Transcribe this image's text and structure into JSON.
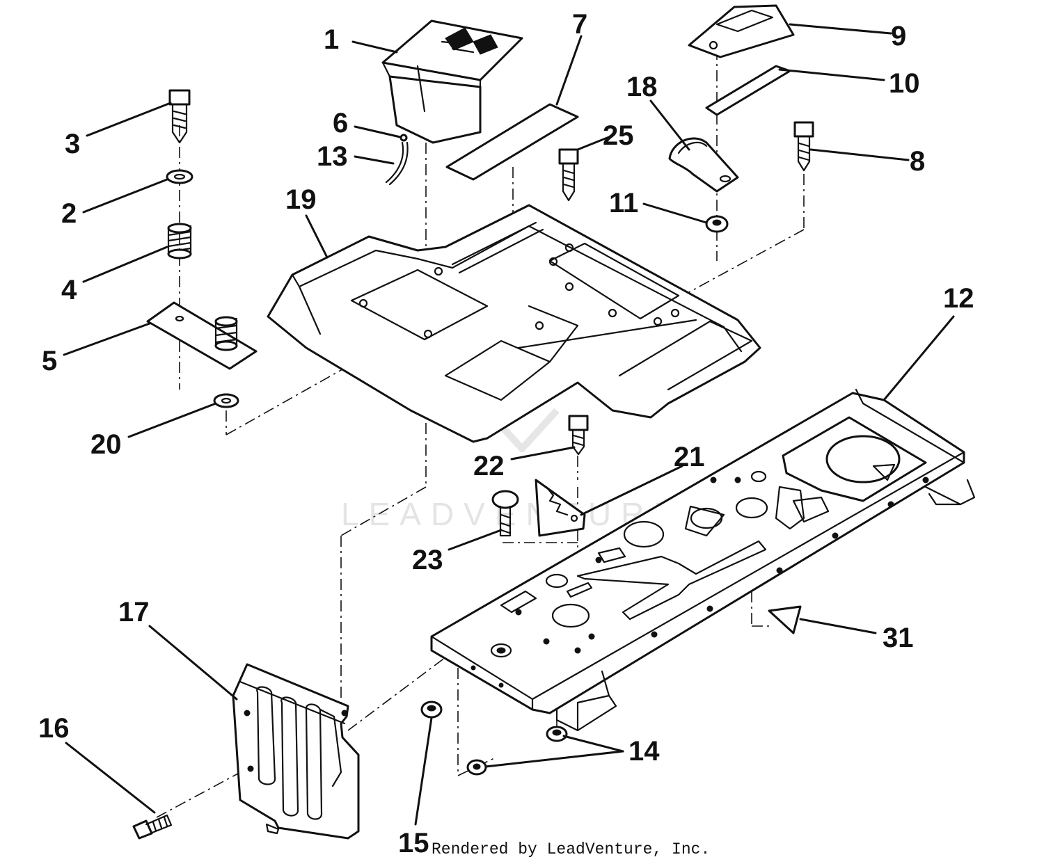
{
  "diagram": {
    "callouts": [
      {
        "label": "1"
      },
      {
        "label": "2"
      },
      {
        "label": "3"
      },
      {
        "label": "4"
      },
      {
        "label": "5"
      },
      {
        "label": "6"
      },
      {
        "label": "7"
      },
      {
        "label": "8"
      },
      {
        "label": "9"
      },
      {
        "label": "10"
      },
      {
        "label": "11"
      },
      {
        "label": "12"
      },
      {
        "label": "13"
      },
      {
        "label": "14"
      },
      {
        "label": "15"
      },
      {
        "label": "16"
      },
      {
        "label": "17"
      },
      {
        "label": "18"
      },
      {
        "label": "19"
      },
      {
        "label": "20"
      },
      {
        "label": "21"
      },
      {
        "label": "22"
      },
      {
        "label": "23"
      },
      {
        "label": "25"
      },
      {
        "label": "31"
      }
    ]
  },
  "watermark": {
    "text": "LEADVENTURE",
    "color": "#e4e4e4"
  },
  "credit": "Rendered by LeadVenture, Inc."
}
